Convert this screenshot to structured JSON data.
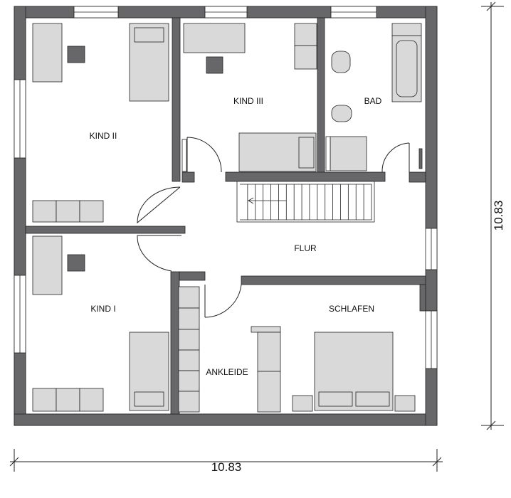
{
  "rooms": {
    "kind_ii": "KIND II",
    "kind_iii": "KIND III",
    "bad": "BAD",
    "flur": "FLUR",
    "kind_i": "KIND I",
    "schlafen": "SCHLAFEN",
    "ankleide": "ANKLEIDE"
  },
  "dimensions": {
    "width": "10.83",
    "depth": "10.83"
  },
  "colors": {
    "wall": "#67676a",
    "furniture": "#d9d9d9",
    "line": "#222222"
  }
}
